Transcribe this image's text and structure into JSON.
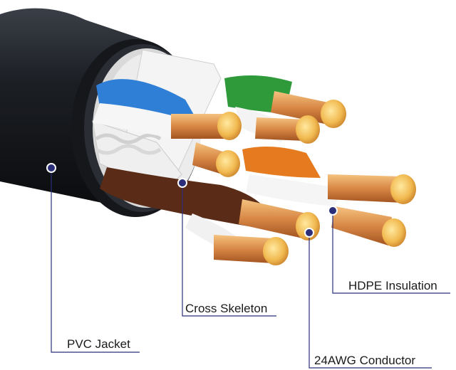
{
  "labels": {
    "pvc_jacket": "PVC Jacket",
    "cross_skeleton": "Cross Skeleton",
    "hdpe_insulation": "HDPE Insulation",
    "conductor": "24AWG Conductor"
  },
  "colors": {
    "jacket": "#1c1f24",
    "leader_line": "#2b2f7a",
    "copper": "#d98a4a",
    "wire_blue": "#2f7fd6",
    "wire_green": "#2e9a3a",
    "wire_orange": "#e57a1f",
    "wire_brown": "#5a2c18",
    "wire_white": "#f2f2f2"
  }
}
